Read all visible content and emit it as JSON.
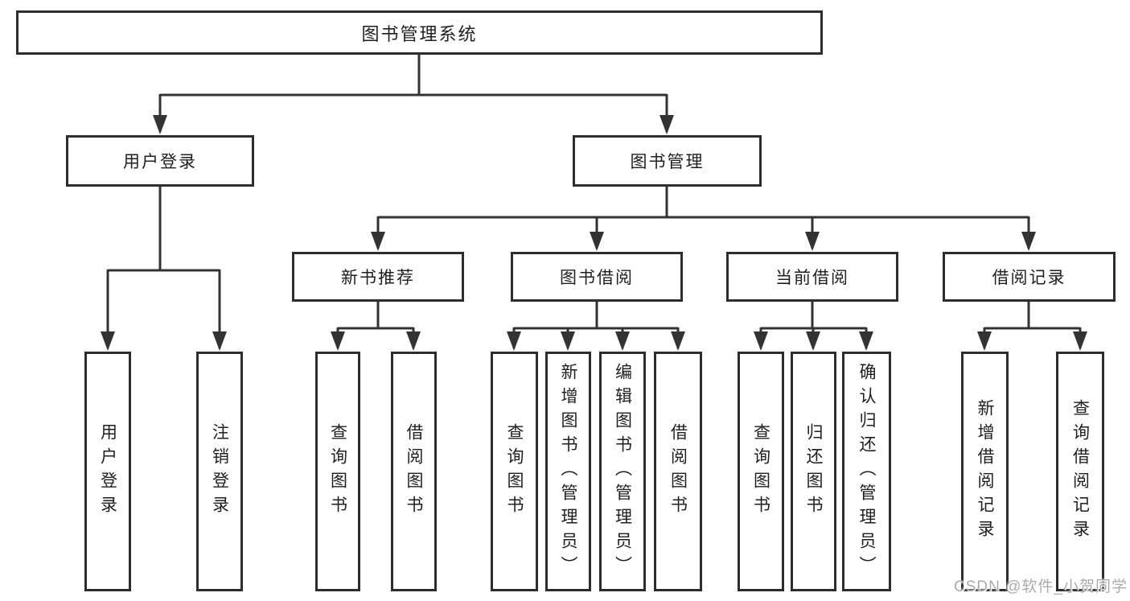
{
  "tree": {
    "root": {
      "label": "图书管理系统"
    },
    "branches": [
      {
        "label": "用户登录",
        "children": [
          {
            "label": "用户登录"
          },
          {
            "label": "注销登录"
          }
        ]
      },
      {
        "label": "图书管理",
        "children": [
          {
            "label": "新书推荐",
            "children": [
              {
                "label": "查询图书"
              },
              {
                "label": "借阅图书"
              }
            ]
          },
          {
            "label": "图书借阅",
            "children": [
              {
                "label": "查询图书"
              },
              {
                "label": "新增图书（管理员）"
              },
              {
                "label": "编辑图书（管理员）"
              },
              {
                "label": "借阅图书"
              }
            ]
          },
          {
            "label": "当前借阅",
            "children": [
              {
                "label": "查询图书"
              },
              {
                "label": "归还图书"
              },
              {
                "label": "确认归还（管理员）"
              }
            ]
          },
          {
            "label": "借阅记录",
            "children": [
              {
                "label": "新增借阅记录"
              },
              {
                "label": "查询借阅记录"
              }
            ]
          }
        ]
      }
    ]
  },
  "watermark": {
    "text": "CSDN @软件_小贺同学",
    "color": "#ababab"
  },
  "colors": {
    "background": "#ffffff",
    "line": "#333333",
    "box_border": "#2d2d2d",
    "box_fill": "#ffffff",
    "text": "#1f1f1f"
  }
}
